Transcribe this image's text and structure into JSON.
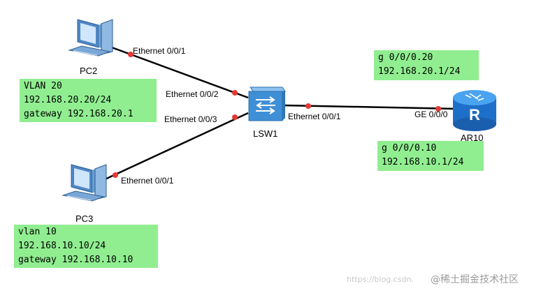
{
  "devices": {
    "pc2": "PC2",
    "pc3": "PC3",
    "lsw1": "LSW1",
    "ar10": "AR10"
  },
  "ports": {
    "pc2_eth": "Ethernet 0/0/1",
    "lsw1_e2": "Ethernet 0/0/2",
    "lsw1_e3": "Ethernet 0/0/3",
    "lsw1_e1": "Ethernet 0/0/1",
    "pc3_eth": "Ethernet 0/0/1",
    "ar10_ge": "GE 0/0/0"
  },
  "notes": {
    "pc2": [
      "VLAN 20",
      "192.168.20.20/24",
      "gateway 192.168.20.1"
    ],
    "pc3": [
      "vlan 10",
      "192.168.10.10/24",
      "gateway 192.168.10.10"
    ],
    "sub20": [
      "g 0/0/0.20",
      "192.168.20.1/24"
    ],
    "sub10": [
      "g 0/0/0.10",
      "192.168.10.1/24"
    ]
  },
  "watermark": {
    "url": "https://blog.csdn.",
    "brand": "@稀土掘金技术社区"
  },
  "colors": {
    "note_bg": "#90ee90",
    "link": "#000000",
    "port_dot": "#e53935",
    "router": "#1e88e5",
    "switch": "#42a5f5"
  }
}
